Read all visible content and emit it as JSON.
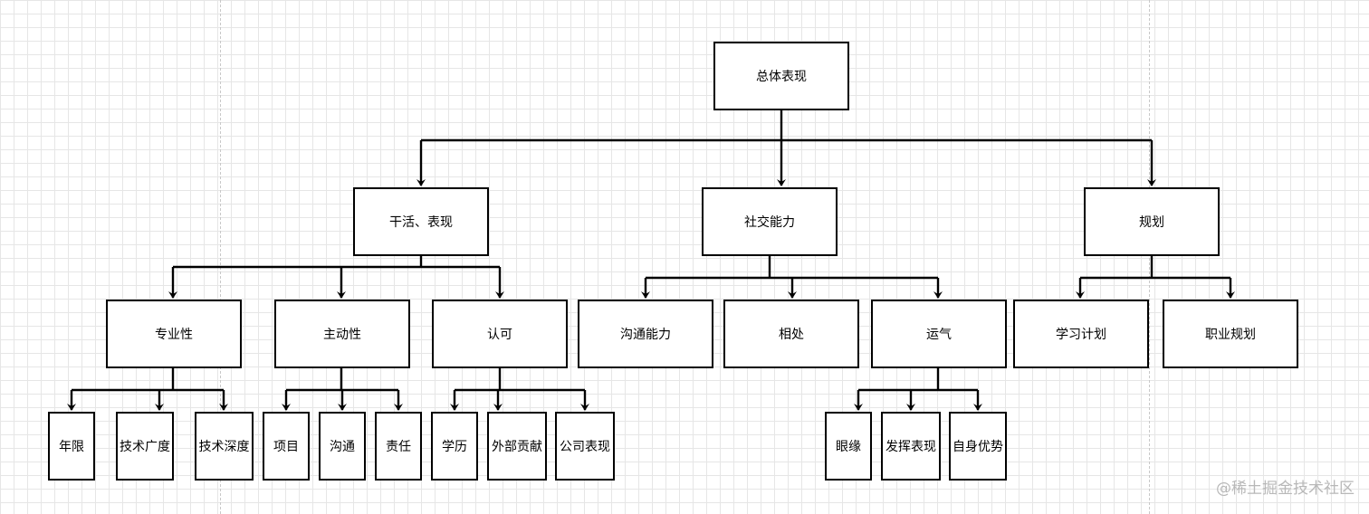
{
  "diagram": {
    "root": {
      "label": "总体表现"
    },
    "level1": [
      {
        "label": "干活、表现"
      },
      {
        "label": "社交能力"
      },
      {
        "label": "规划"
      }
    ],
    "level2": [
      {
        "label": "专业性"
      },
      {
        "label": "主动性"
      },
      {
        "label": "认可"
      },
      {
        "label": "沟通能力"
      },
      {
        "label": "相处"
      },
      {
        "label": "运气"
      },
      {
        "label": "学习计划"
      },
      {
        "label": "职业规划"
      }
    ],
    "level3": [
      {
        "label": "年限"
      },
      {
        "label": "技术广度"
      },
      {
        "label": "技术深度"
      },
      {
        "label": "项目"
      },
      {
        "label": "沟通"
      },
      {
        "label": "责任"
      },
      {
        "label": "学历"
      },
      {
        "label": "外部贡献"
      },
      {
        "label": "公司表现"
      },
      {
        "label": "眼缘"
      },
      {
        "label": "发挥表现"
      },
      {
        "label": "自身优势"
      }
    ]
  },
  "watermark": {
    "text": "@稀土掘金技术社区"
  }
}
